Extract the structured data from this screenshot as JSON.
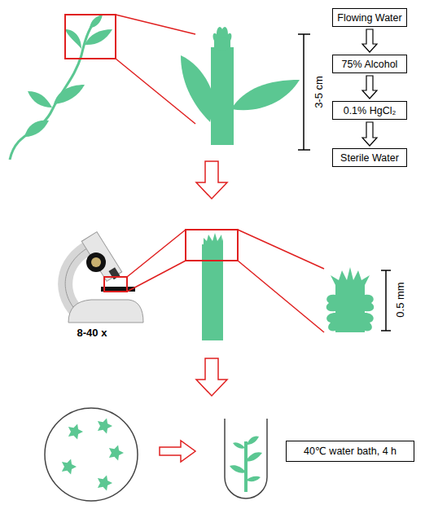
{
  "diagram": {
    "nodes": [
      {
        "text": [
          "Flowing Water"
        ]
      },
      {
        "text": [
          "75% Alcohol"
        ]
      },
      {
        "text": [
          "0.1% HgCl₂"
        ]
      },
      {
        "text": [
          "Sterile Water"
        ]
      },
      {
        "text": [
          "40℃ water bath, 4 h"
        ]
      }
    ],
    "edges": [
      {
        "from": 0,
        "to": 1,
        "arrow": "to"
      },
      {
        "from": 1,
        "to": 2,
        "arrow": "to"
      },
      {
        "from": 2,
        "to": 3,
        "arrow": "to"
      }
    ],
    "labels": [
      "3-5 cm",
      "8-40 x",
      "0.5 mm"
    ]
  }
}
